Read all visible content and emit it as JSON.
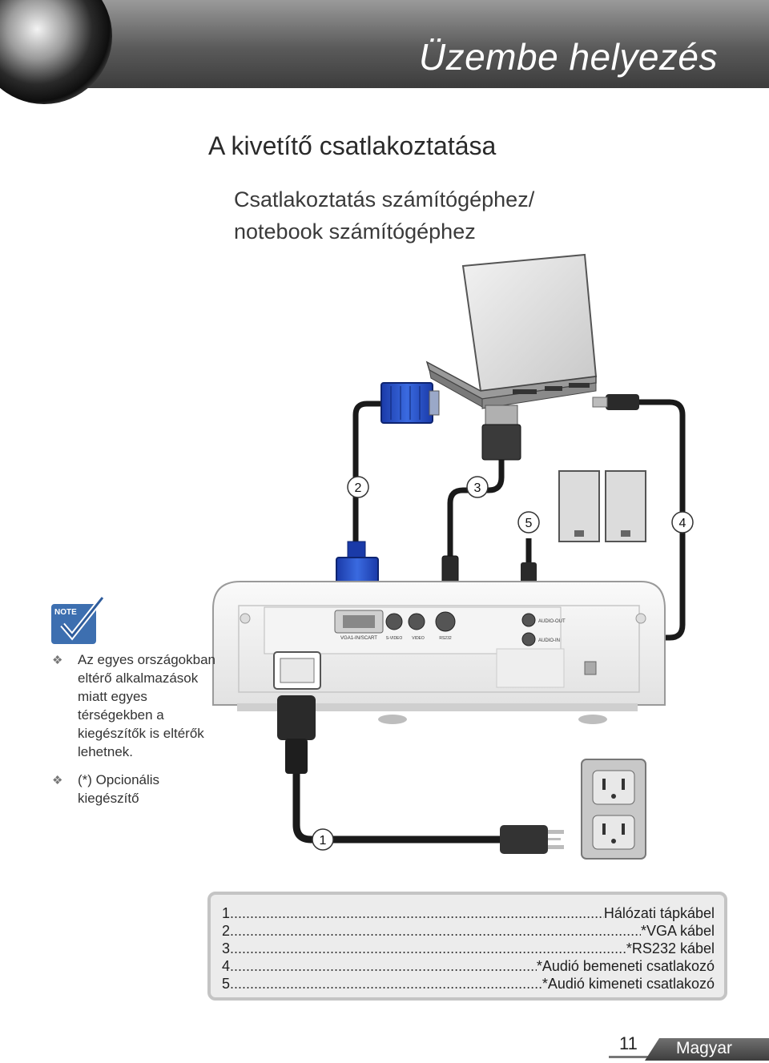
{
  "header": {
    "title": "Üzembe helyezés"
  },
  "section": {
    "title": "A kivetítő csatlakoztatása",
    "subtitle_line1": "Csatlakoztatás számítógéphez/",
    "subtitle_line2": "notebook számítógéphez"
  },
  "diagram": {
    "callouts": [
      "2",
      "3",
      "5",
      "4",
      "1"
    ],
    "ports": {
      "vga": "VGA1-IN/SCART",
      "svideo": "S-VIDEO",
      "video": "VIDEO",
      "rs232": "RS232",
      "audio_out": "AUDIO-OUT",
      "audio_in": "AUDIO-IN"
    }
  },
  "note": {
    "icon_label": "NOTE",
    "items": [
      "Az egyes országokban eltérő alkalmazások miatt egyes térségekben a kiegészítők is eltérők lehetnek.",
      "(*) Opcionális kiegészítő"
    ]
  },
  "legend": [
    {
      "num": "1",
      "label": "Hálózati tápkábel"
    },
    {
      "num": "2",
      "label": "*VGA kábel"
    },
    {
      "num": "3",
      "label": "*RS232 kábel"
    },
    {
      "num": "4",
      "label": "*Audió bemeneti csatlakozó"
    },
    {
      "num": "5",
      "label": "*Audió kimeneti csatlakozó"
    }
  ],
  "footer": {
    "page": "11",
    "language": "Magyar"
  }
}
